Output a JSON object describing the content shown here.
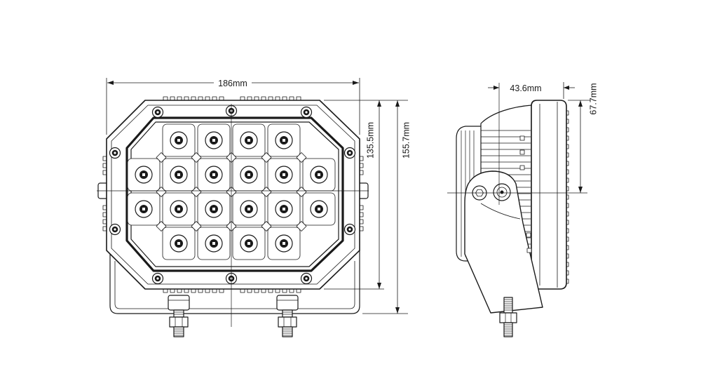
{
  "front_view": {
    "width_label": "186mm",
    "housing_height_label": "135.5mm",
    "overall_height_label": "155.7mm"
  },
  "side_view": {
    "depth_label": "43.6mm",
    "pivot_height_label": "67.7mm"
  },
  "colors": {
    "line": "#1a1a1a",
    "background": "#ffffff"
  }
}
